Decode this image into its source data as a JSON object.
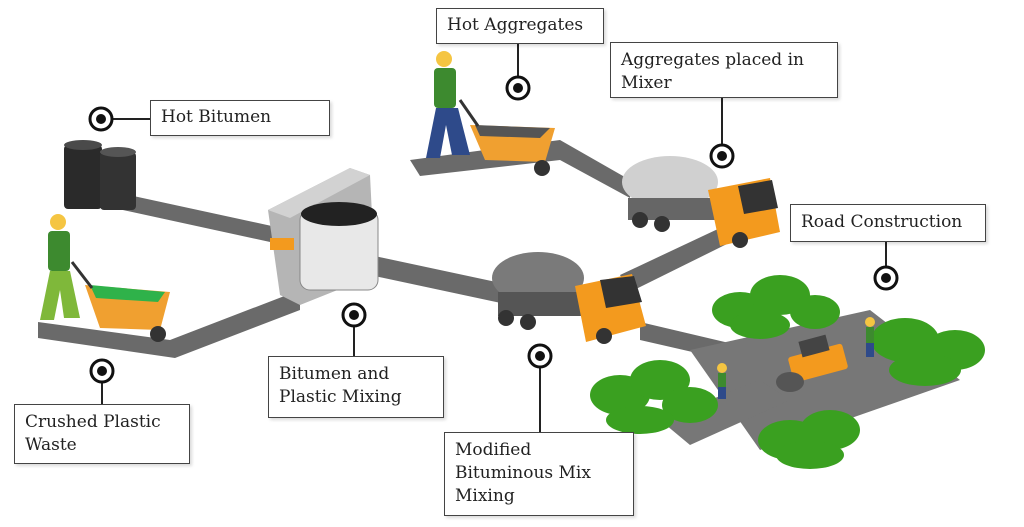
{
  "labels": {
    "hot_aggregates": "Hot Aggregates",
    "aggregates_placed": "Aggregates placed in\nMixer",
    "hot_bitumen": "Hot Bitumen",
    "road_construction": "Road Construction",
    "bitumen_plastic_mixing": "Bitumen and\nPlastic Mixing",
    "crushed_plastic_waste": "Crushed Plastic\nWaste",
    "modified_mix_mixing": "Modified\nBituminous Mix\nMixing"
  },
  "colors": {
    "conveyor": "#5c5c5c",
    "conveyor_top": "#8a8a8a",
    "truck_cab": "#f39a1e",
    "barrow": "#f0a030",
    "tree": "#3aa020",
    "worker_shirt": "#3d8a2f",
    "worker_pants": "#2e4a8a"
  }
}
